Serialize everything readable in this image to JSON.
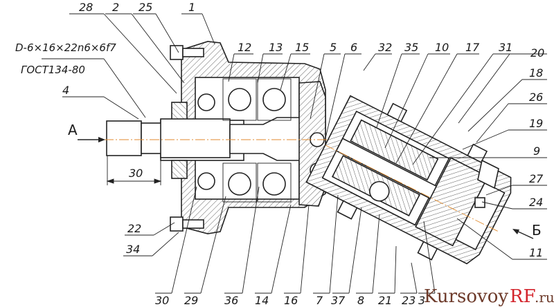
{
  "drawing": {
    "spline_spec": "D-6×16×22n6×6f7",
    "standard": "ГОСТ134-80",
    "view_a": "A",
    "view_b": "Б",
    "dimension": "30",
    "top_labels": [
      "28",
      "2",
      "25",
      "1",
      "12",
      "13",
      "15",
      "5",
      "6",
      "32",
      "35",
      "10",
      "17",
      "31",
      "20"
    ],
    "right_labels": [
      "18",
      "26",
      "19",
      "9",
      "27",
      "24",
      "11"
    ],
    "left_labels": [
      "4",
      "22",
      "34"
    ],
    "bottom_labels": [
      "30",
      "29",
      "36",
      "14",
      "16",
      "7",
      "37",
      "8",
      "21",
      "23",
      "3"
    ]
  },
  "watermark": {
    "part1": "Kursovoy",
    "part2": "RF",
    "part3": ".ru"
  }
}
